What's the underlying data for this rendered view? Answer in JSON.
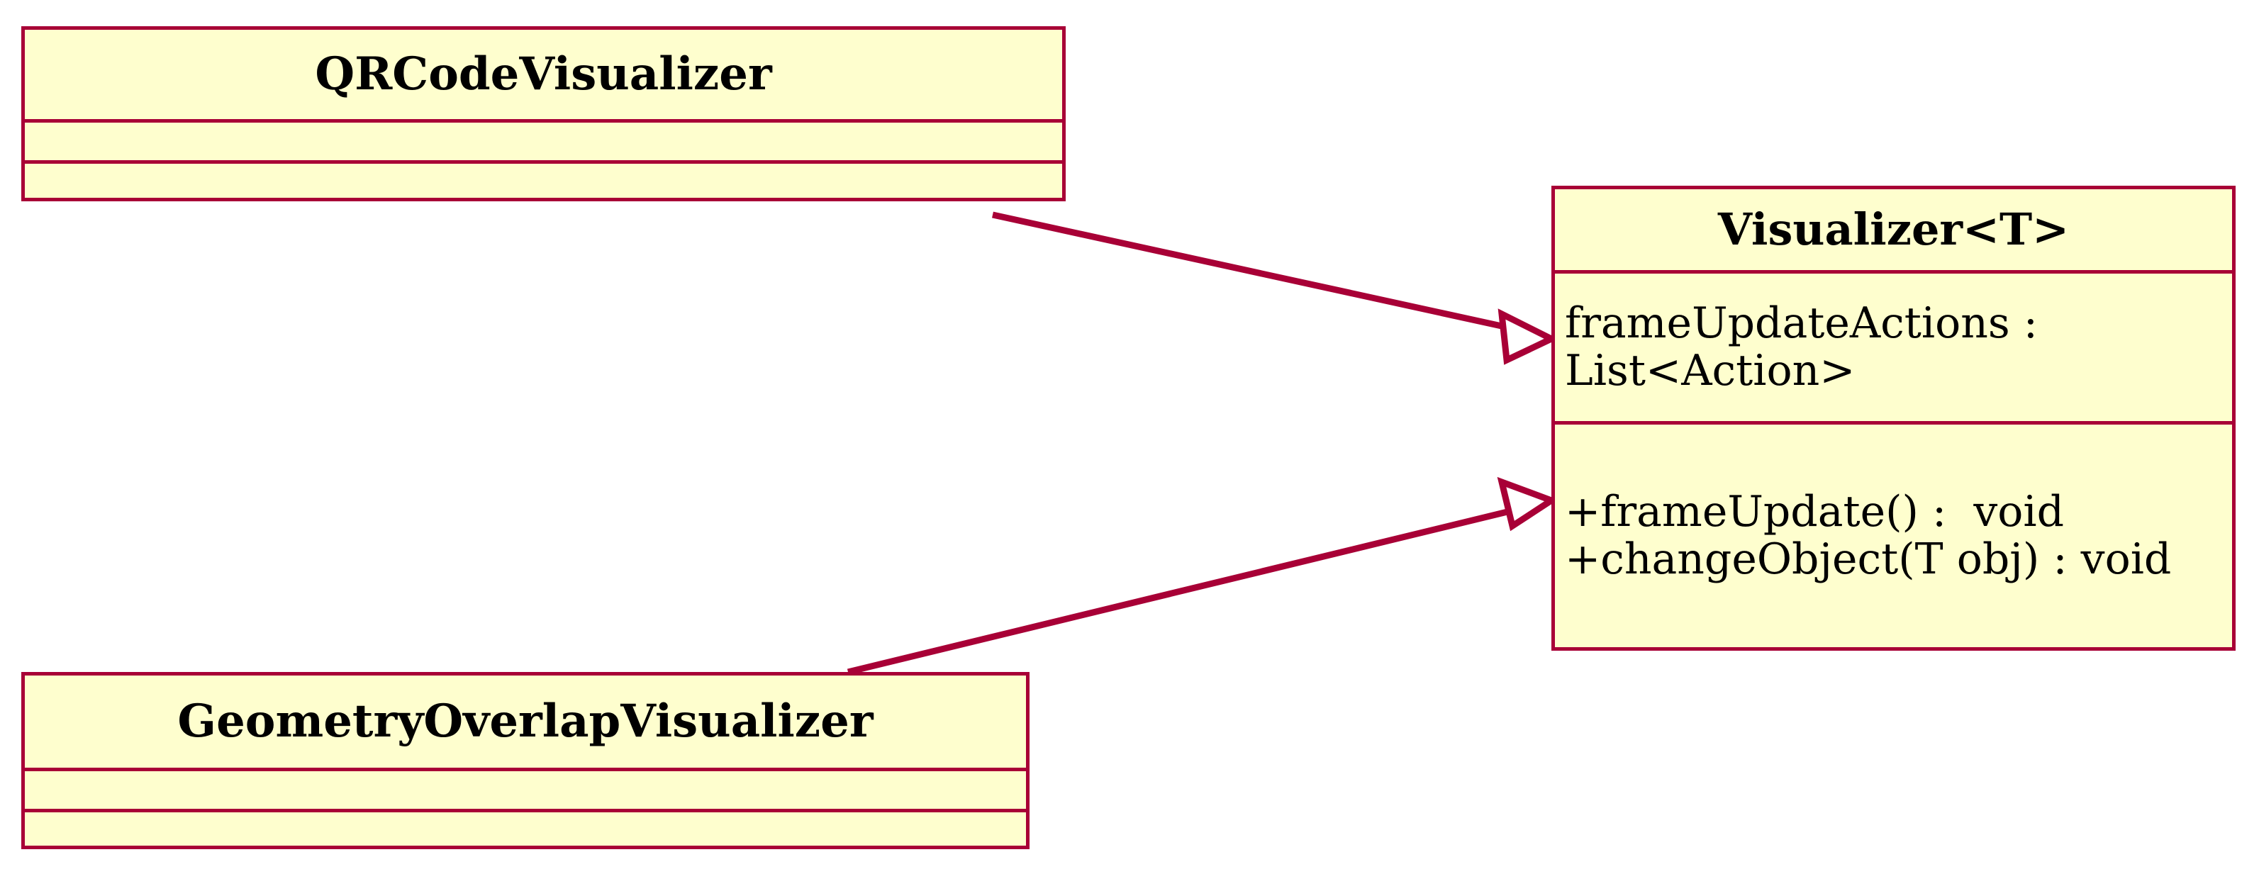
{
  "diagram": {
    "type": "uml-class-diagram",
    "background_color": "#FFFFFF",
    "border_color": "#A80036",
    "fill_color": "#FEFECE",
    "text_color": "#000000",
    "classes": [
      {
        "id": "qrcodevisualizer",
        "name": "QRCodeVisualizer",
        "attributes": [],
        "methods": []
      },
      {
        "id": "geometryoverlapvisualizer",
        "name": "GeometryOverlapVisualizer",
        "attributes": [],
        "methods": []
      },
      {
        "id": "visualizer",
        "name": "Visualizer<T>",
        "attributes": [
          "frameUpdateActions : List<Action>"
        ],
        "methods": [
          "+frameUpdate() :  void",
          "+changeObject(T obj) : void"
        ]
      }
    ],
    "relationships": [
      {
        "id": "gen-qrcode-to-visualizer",
        "kind": "generalization",
        "arrow_head": "hollow-triangle",
        "from": "QRCodeVisualizer",
        "to": "Visualizer<T>"
      },
      {
        "id": "gen-geometry-to-visualizer",
        "kind": "generalization",
        "arrow_head": "hollow-triangle",
        "from": "GeometryOverlapVisualizer",
        "to": "Visualizer<T>"
      }
    ]
  }
}
